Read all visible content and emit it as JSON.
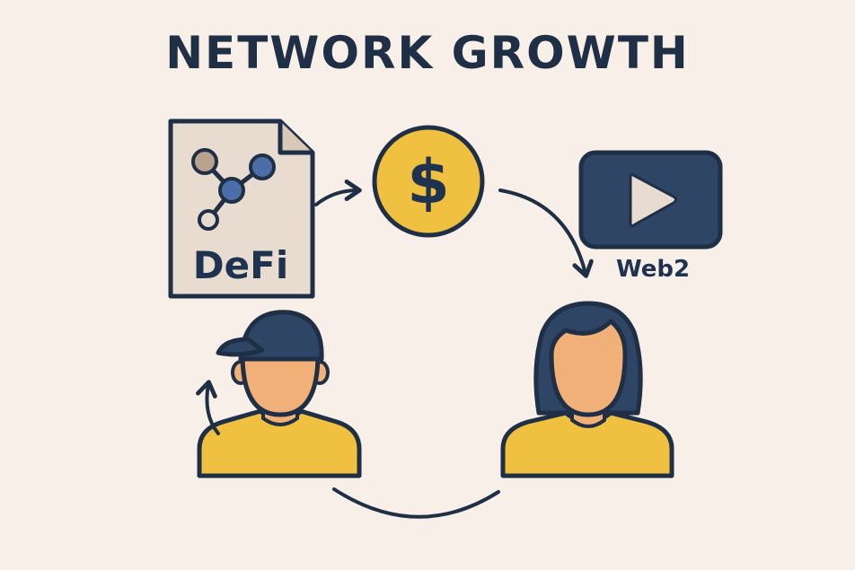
{
  "title": "NETWORK GROWTH",
  "nodes": {
    "defi": {
      "label": "DeFi"
    },
    "dollar": {
      "symbol": "$"
    },
    "web2": {
      "label": "Web2"
    }
  },
  "colors": {
    "background": "#f8f0e8",
    "navy": "#1f2f45",
    "gold": "#f0c040",
    "skin": "#f0b078",
    "paper": "#e8dcd0",
    "node_blue": "#4c6ea8",
    "node_tan": "#b8a48c"
  }
}
